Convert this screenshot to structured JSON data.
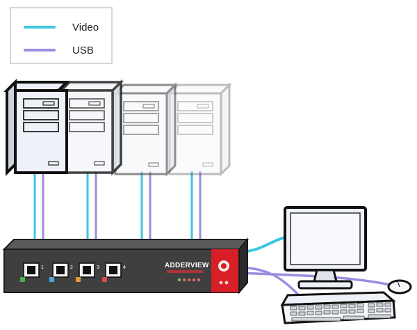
{
  "legend": {
    "items": [
      {
        "label": "Video",
        "color": "#3ec6e0"
      },
      {
        "label": "USB",
        "color": "#9b8ce0"
      }
    ]
  },
  "kvm": {
    "brand": "ADDERVIEW",
    "ports": [
      "1",
      "2",
      "3",
      "4"
    ],
    "port_led_colors": [
      "#4caf50",
      "#4aa3df",
      "#e59a3a",
      "#d94a4a"
    ],
    "body_color": "#3f3f3f",
    "accent_color": "#d61f26"
  },
  "colors": {
    "video": "#3ec6e0",
    "usb": "#9b8ce0"
  }
}
